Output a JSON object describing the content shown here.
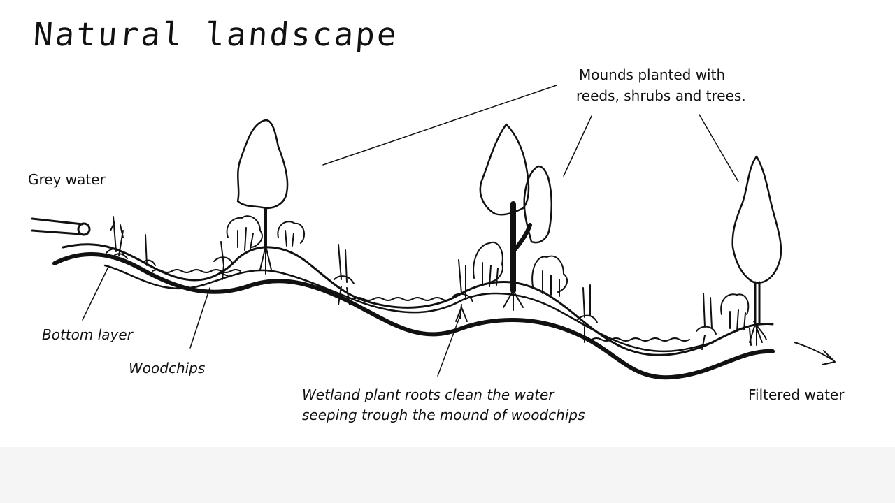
{
  "diagram": {
    "title": "Natural landscape",
    "labels": {
      "grey_water": "Grey water",
      "mounds_line1": "Mounds planted with",
      "mounds_line2": "reeds, shrubs and trees.",
      "bottom_layer": "Bottom layer",
      "woodchips": "Woodchips",
      "roots_line1": "Wetland plant roots clean the water",
      "roots_line2": "seeping trough the mound of woodchips",
      "filtered_water": "Filtered water"
    }
  }
}
